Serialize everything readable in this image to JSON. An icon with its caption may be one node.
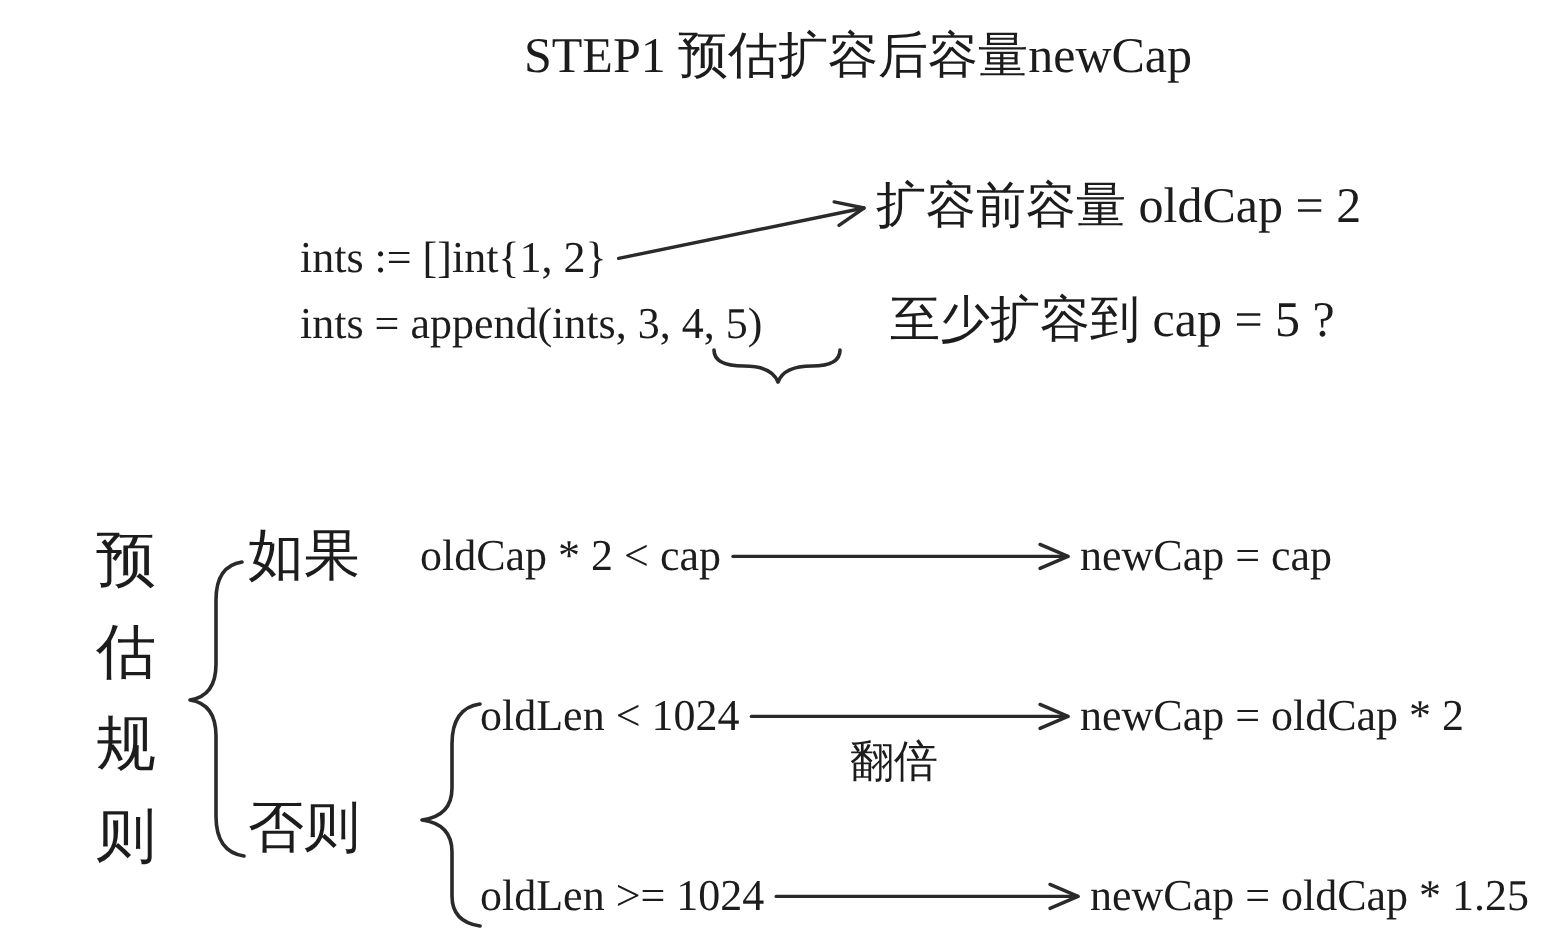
{
  "diagram": {
    "title": "STEP1 预估扩容后容量newCap",
    "nodes": [
      {
        "text": [
          "ints := []int{1, 2}"
        ]
      },
      {
        "text": [
          "扩容前容量 oldCap = 2"
        ]
      },
      {
        "text": [
          "oldCap * 2 < cap"
        ]
      },
      {
        "text": [
          "newCap = cap"
        ]
      },
      {
        "text": [
          "oldLen < 1024"
        ]
      },
      {
        "text": [
          "newCap = oldCap * 2"
        ]
      },
      {
        "text": [
          "oldLen >= 1024"
        ]
      },
      {
        "text": [
          "newCap = oldCap * 1.25"
        ]
      }
    ],
    "edges": [
      {
        "from": 0,
        "to": 1,
        "arrow": "to"
      },
      {
        "from": 2,
        "to": 3,
        "arrow": "to"
      },
      {
        "from": 4,
        "to": 5,
        "arrow": "to",
        "label": "翻倍"
      },
      {
        "from": 6,
        "to": 7,
        "arrow": "to"
      }
    ],
    "labels": [
      "ints = append(ints, 3, 4, 5)",
      "至少扩容到 cap = 5 ?",
      "预估规则",
      "如果",
      "否则"
    ]
  }
}
